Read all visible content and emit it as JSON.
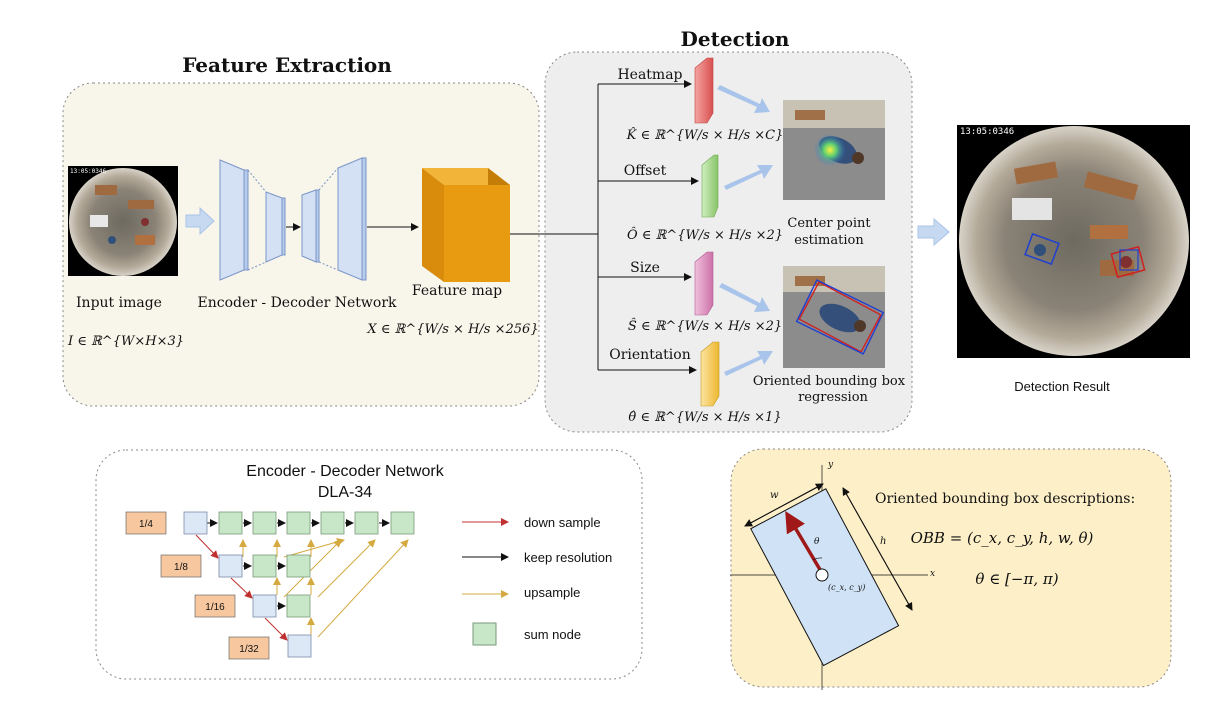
{
  "feature_extraction": {
    "title": "Feature Extraction",
    "input_label": "Input image",
    "input_math": "I ∈ ℝ^{W×H×3}",
    "encoder_label": "Encoder - Decoder Network",
    "feature_label": "Feature map",
    "feature_math": "X ∈ ℝ^{W/s × H/s ×256}",
    "timestamp": "13:05:0346"
  },
  "detection": {
    "title": "Detection",
    "heads": [
      {
        "name": "Heatmap",
        "math": "K̂ ∈ ℝ^{W/s × H/s ×C}",
        "color": "#e06060"
      },
      {
        "name": "Offset",
        "math": "Ô ∈ ℝ^{W/s × H/s ×2}",
        "color": "#90cc70"
      },
      {
        "name": "Size",
        "math": "Ŝ ∈ ℝ^{W/s × H/s ×2}",
        "color": "#d080b0"
      },
      {
        "name": "Orientation",
        "math": "θ̂ ∈ ℝ^{W/s × H/s ×1}",
        "color": "#f0c040"
      }
    ],
    "center_label_1": "Center point",
    "center_label_2": "estimation",
    "obb_label_1": "Oriented bounding box",
    "obb_label_2": "regression"
  },
  "result": {
    "label": "Detection Result",
    "timestamp": "13:05:0346"
  },
  "dla": {
    "title_1": "Encoder - Decoder Network",
    "title_2": "DLA-34",
    "levels": [
      "1/4",
      "1/8",
      "1/16",
      "1/32"
    ],
    "legend": [
      {
        "label": "down sample",
        "color": "#c03030"
      },
      {
        "label": "keep resolution",
        "color": "#111111"
      },
      {
        "label": "upsample",
        "color": "#d4aa40"
      },
      {
        "label": "sum node",
        "color": "#c8e6c8"
      }
    ]
  },
  "obb": {
    "title": "Oriented bounding box descriptions:",
    "formula": "OBB = (c_x, c_y, h, w, θ)",
    "range": "θ ∈ [−π, π)",
    "axis_x": "x",
    "axis_y": "y",
    "w": "w",
    "h": "h",
    "theta": "θ",
    "center": "(c_x, c_y)"
  },
  "colors": {
    "panel_fill": "#f8f5ea",
    "detection_fill": "#eeeeee",
    "obb_panel_fill": "#fdf0c8",
    "block_fill": "#d4e1f5",
    "feature_cube": "#e89a10",
    "arrow_blue": "#a8c4ea"
  }
}
